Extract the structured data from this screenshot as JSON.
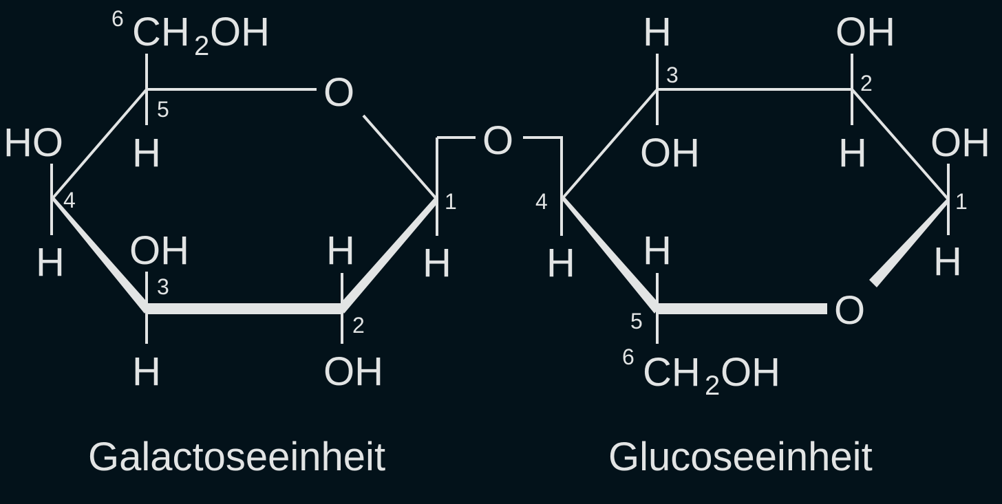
{
  "diagram": {
    "background": "#03121a",
    "foreground": "#e2e4e4",
    "linkage_oxygen": "O",
    "galactose": {
      "caption": "Galactoseeinheit",
      "ring_oxygen": "O",
      "c6_number": "6",
      "c6_group": {
        "c": "CH",
        "sub": "2",
        "oh": "OH"
      },
      "c5": {
        "number": "5",
        "down": "H"
      },
      "c4": {
        "number": "4",
        "up": "HO",
        "down": "H"
      },
      "c3": {
        "number": "3",
        "up": "OH",
        "down": "H"
      },
      "c2": {
        "number": "2",
        "up": "H",
        "down": "OH"
      },
      "c1": {
        "number": "1",
        "down": "H"
      }
    },
    "glucose": {
      "caption": "Glucoseeinheit",
      "ring_oxygen": "O",
      "c6_number": "6",
      "c6_group": {
        "c": "CH",
        "sub": "2",
        "oh": "OH"
      },
      "c5": {
        "number": "5",
        "up": "H"
      },
      "c4": {
        "number": "4",
        "down": "H"
      },
      "c3": {
        "number": "3",
        "up": "H",
        "down": "OH"
      },
      "c2": {
        "number": "2",
        "up": "OH",
        "down": "H"
      },
      "c1": {
        "number": "1",
        "up": "OH",
        "down": "H"
      }
    }
  }
}
